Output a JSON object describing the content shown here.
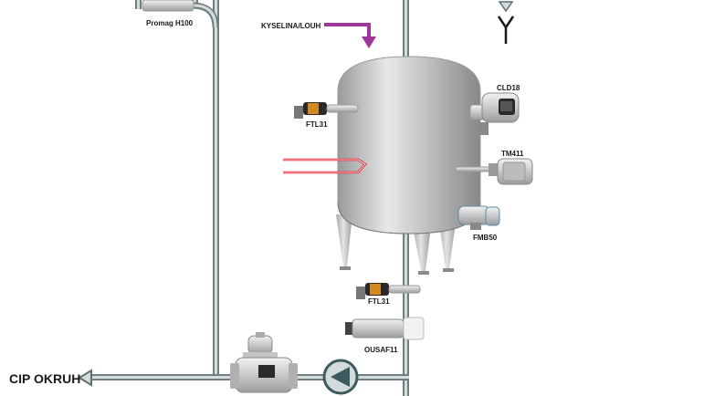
{
  "labels": {
    "promag": "Promag H100",
    "acid_alkali": "KYSELINA/LOUH",
    "cld18": "CLD18",
    "ftl31_tank": "FTL31",
    "tm411": "TM411",
    "fmb50": "FMB50",
    "ftl31_pipe": "FTL31",
    "ousaf11": "OUSAF11",
    "cip": "CIP OKRUH"
  },
  "colors": {
    "pipe_outer": "#6f7f80",
    "pipe_inner": "#d3dcdc",
    "tank_light": "#e6e6e6",
    "tank_dark": "#8a8a8a",
    "acid_arrow": "#a0369a",
    "heating_coil": "#e0202a",
    "text": "#1a1a1a"
  },
  "icons": {
    "pump": "pump-icon",
    "flowmeter": "flowmeter-icon",
    "spray_ball": "spray-ball-icon"
  }
}
